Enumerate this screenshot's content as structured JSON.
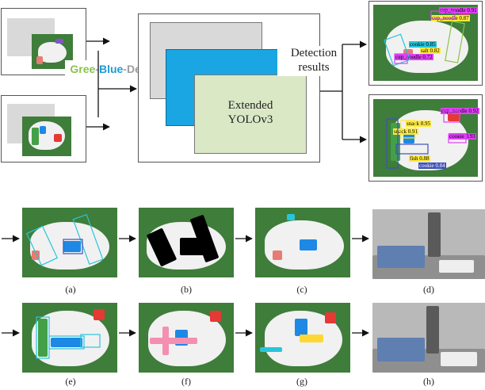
{
  "input_label": {
    "part1": "Gree",
    "sep1": "-",
    "part2": "Blue",
    "sep2": "-",
    "part3": "Depth"
  },
  "model": {
    "line1": "Extended",
    "line2": "YOLOv3"
  },
  "output": {
    "line1": "Detection",
    "line2": "results"
  },
  "colors": {
    "green_text": "#8bc34a",
    "blue_text": "#1e9ad6",
    "grey_text": "#9e9e9e",
    "layer1": "#d9d9d9",
    "layer2": "#1aa6e2",
    "layer3": "#dbe8c6",
    "scene_bg": "#3f7d3a"
  },
  "captions": [
    "(a)",
    "(b)",
    "(c)",
    "(d)",
    "(e)",
    "(f)",
    "(g)",
    "(h)"
  ],
  "detections_top": [
    {
      "text": "cup_noodle 0.91",
      "color": "#e040fb"
    },
    {
      "text": "cup_noodle 0.87",
      "color": "#ffeb3b"
    },
    {
      "text": "cookie 0.85",
      "color": "#26c6da"
    },
    {
      "text": "salt 0.82",
      "color": "#ffeb3b"
    },
    {
      "text": "cup_noodle 0.72",
      "color": "#e040fb"
    }
  ],
  "detections_bottom": [
    {
      "text": "cup_noodle 0.92",
      "color": "#e040fb"
    },
    {
      "text": "snack 0.95",
      "color": "#ffeb3b"
    },
    {
      "text": "snack 0.91",
      "color": "#ffeb3b"
    },
    {
      "text": "cookie 0.93",
      "color": "#e040fb"
    },
    {
      "text": "fish 0.88",
      "color": "#ffeb3b"
    },
    {
      "text": "cookie 0.84",
      "color": "#3f51b5"
    }
  ]
}
